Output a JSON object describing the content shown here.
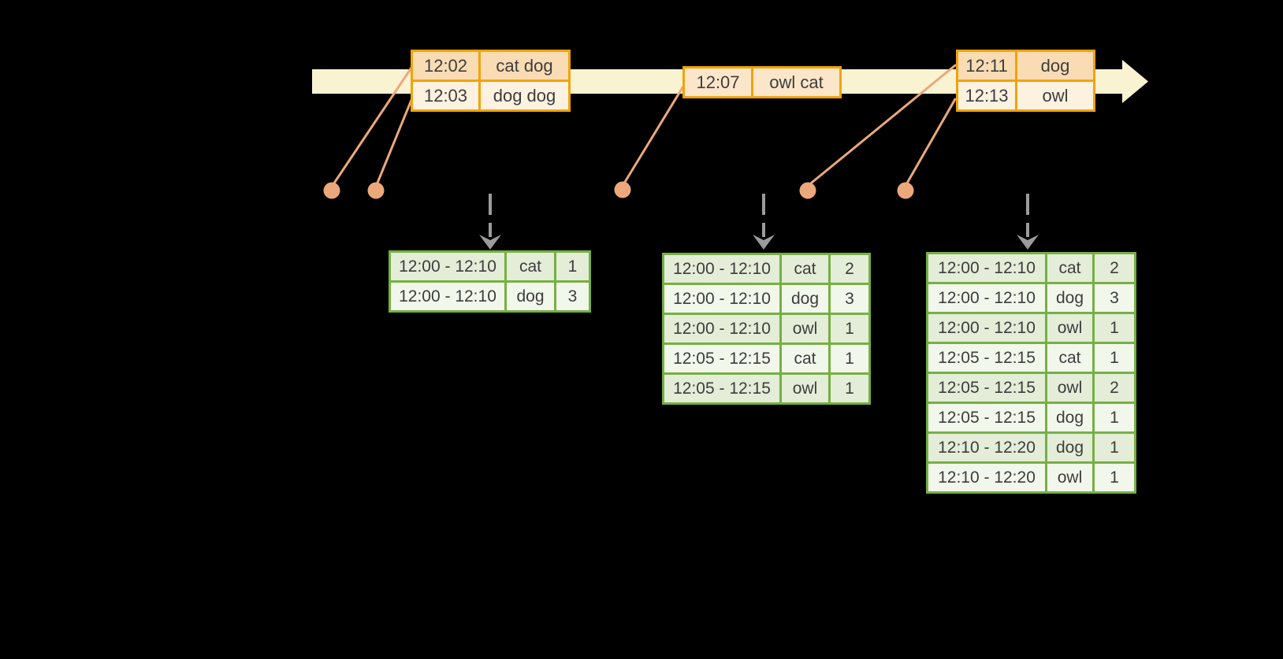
{
  "colors": {
    "background": "#000000",
    "timeline_fill": "#FAF3D2",
    "event_border": "#F0A30A",
    "event_row_dark": "#FADCB4",
    "event_row_light": "#FDF1DF",
    "event_row_mid": "#FBE6C9",
    "connector": "#ECA87A",
    "trigger_arrow": "#9B9B9B",
    "result_border": "#76B043",
    "result_row_dark": "#E3EDD8",
    "result_row_light": "#F2F7EC",
    "text": "#3D3D3D"
  },
  "icons": {
    "timeline": "right-arrow",
    "event_marker": "dot",
    "trigger": "dashed-down-arrow"
  },
  "event_tables": [
    {
      "rows": [
        [
          "12:02",
          "cat dog"
        ],
        [
          "12:03",
          "dog dog"
        ]
      ]
    },
    {
      "rows": [
        [
          "12:07",
          "owl cat"
        ]
      ]
    },
    {
      "rows": [
        [
          "12:11",
          "dog"
        ],
        [
          "12:13",
          "owl"
        ]
      ]
    }
  ],
  "result_tables": [
    {
      "rows": [
        [
          "12:00 - 12:10",
          "cat",
          "1"
        ],
        [
          "12:00 - 12:10",
          "dog",
          "3"
        ]
      ]
    },
    {
      "rows": [
        [
          "12:00 - 12:10",
          "cat",
          "2"
        ],
        [
          "12:00 - 12:10",
          "dog",
          "3"
        ],
        [
          "12:00 - 12:10",
          "owl",
          "1"
        ],
        [
          "12:05 - 12:15",
          "cat",
          "1"
        ],
        [
          "12:05 - 12:15",
          "owl",
          "1"
        ]
      ]
    },
    {
      "rows": [
        [
          "12:00 - 12:10",
          "cat",
          "2"
        ],
        [
          "12:00 - 12:10",
          "dog",
          "3"
        ],
        [
          "12:00 - 12:10",
          "owl",
          "1"
        ],
        [
          "12:05 - 12:15",
          "cat",
          "1"
        ],
        [
          "12:05 - 12:15",
          "owl",
          "2"
        ],
        [
          "12:05 - 12:15",
          "dog",
          "1"
        ],
        [
          "12:10 - 12:20",
          "dog",
          "1"
        ],
        [
          "12:10 - 12:20",
          "owl",
          "1"
        ]
      ]
    }
  ]
}
